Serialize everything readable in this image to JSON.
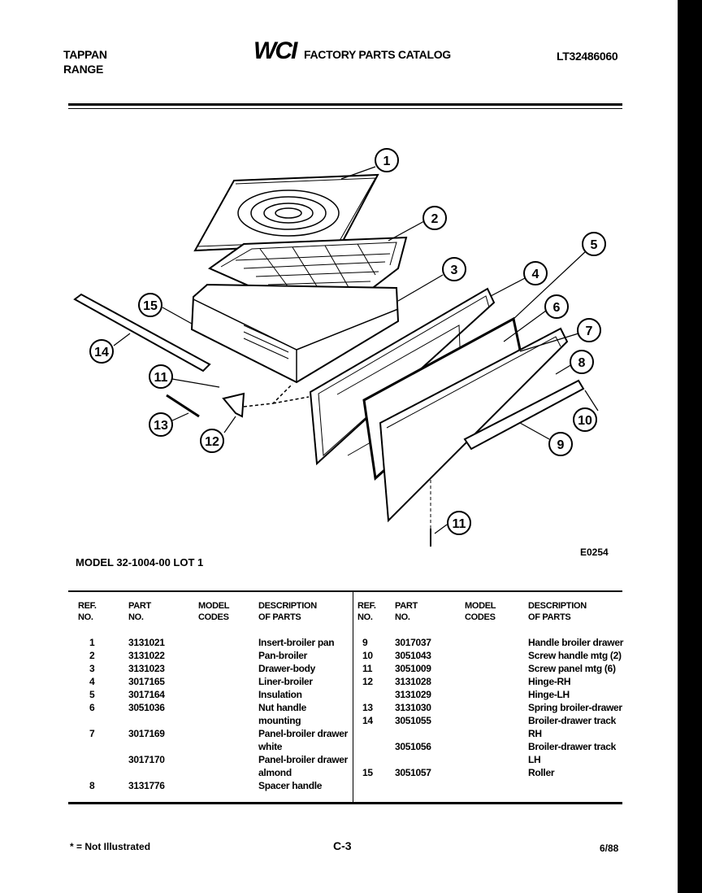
{
  "header": {
    "brand_line1": "TAPPAN",
    "brand_line2": "RANGE",
    "logo": "WCI",
    "catalog_title": "FACTORY PARTS CATALOG",
    "catalog_number": "LT32486060"
  },
  "diagram": {
    "callouts": [
      "1",
      "2",
      "3",
      "4",
      "5",
      "6",
      "7",
      "8",
      "9",
      "10",
      "11",
      "11",
      "12",
      "13",
      "14",
      "15"
    ],
    "code": "E0254"
  },
  "model_line": "MODEL 32-1004-00 LOT 1",
  "table": {
    "headers": {
      "ref_1": "REF.",
      "ref_2": "NO.",
      "part_1": "PART",
      "part_2": "NO.",
      "model_1": "MODEL",
      "model_2": "CODES",
      "desc_1": "DESCRIPTION",
      "desc_2": "OF PARTS"
    },
    "left_rows": [
      {
        "ref": "1",
        "part": "3131021",
        "codes": "",
        "desc": "Insert-broiler pan"
      },
      {
        "ref": "2",
        "part": "3131022",
        "codes": "",
        "desc": "Pan-broiler"
      },
      {
        "ref": "3",
        "part": "3131023",
        "codes": "",
        "desc": "Drawer-body"
      },
      {
        "ref": "4",
        "part": "3017165",
        "codes": "",
        "desc": "Liner-broiler"
      },
      {
        "ref": "5",
        "part": "3017164",
        "codes": "",
        "desc": "Insulation"
      },
      {
        "ref": "6",
        "part": "3051036",
        "codes": "",
        "desc": "Nut handle mounting"
      },
      {
        "ref": "7",
        "part": "3017169",
        "codes": "",
        "desc": "Panel-broiler drawer white"
      },
      {
        "ref": "",
        "part": "3017170",
        "codes": "",
        "desc": "Panel-broiler drawer almond"
      },
      {
        "ref": "8",
        "part": "3131776",
        "codes": "",
        "desc": "Spacer handle"
      }
    ],
    "right_rows": [
      {
        "ref": "9",
        "part": "3017037",
        "codes": "",
        "desc": "Handle broiler drawer"
      },
      {
        "ref": "10",
        "part": "3051043",
        "codes": "",
        "desc": "Screw handle mtg (2)"
      },
      {
        "ref": "11",
        "part": "3051009",
        "codes": "",
        "desc": "Screw panel mtg (6)"
      },
      {
        "ref": "12",
        "part": "3131028",
        "codes": "",
        "desc": "Hinge-RH"
      },
      {
        "ref": "",
        "part": "3131029",
        "codes": "",
        "desc": "Hinge-LH"
      },
      {
        "ref": "13",
        "part": "3131030",
        "codes": "",
        "desc": "Spring broiler-drawer"
      },
      {
        "ref": "14",
        "part": "3051055",
        "codes": "",
        "desc": "Broiler-drawer track RH"
      },
      {
        "ref": "",
        "part": "3051056",
        "codes": "",
        "desc": "Broiler-drawer track LH"
      },
      {
        "ref": "15",
        "part": "3051057",
        "codes": "",
        "desc": "Roller"
      }
    ]
  },
  "footer": {
    "note": "* = Not Illustrated",
    "page": "C-3",
    "date": "6/88"
  }
}
